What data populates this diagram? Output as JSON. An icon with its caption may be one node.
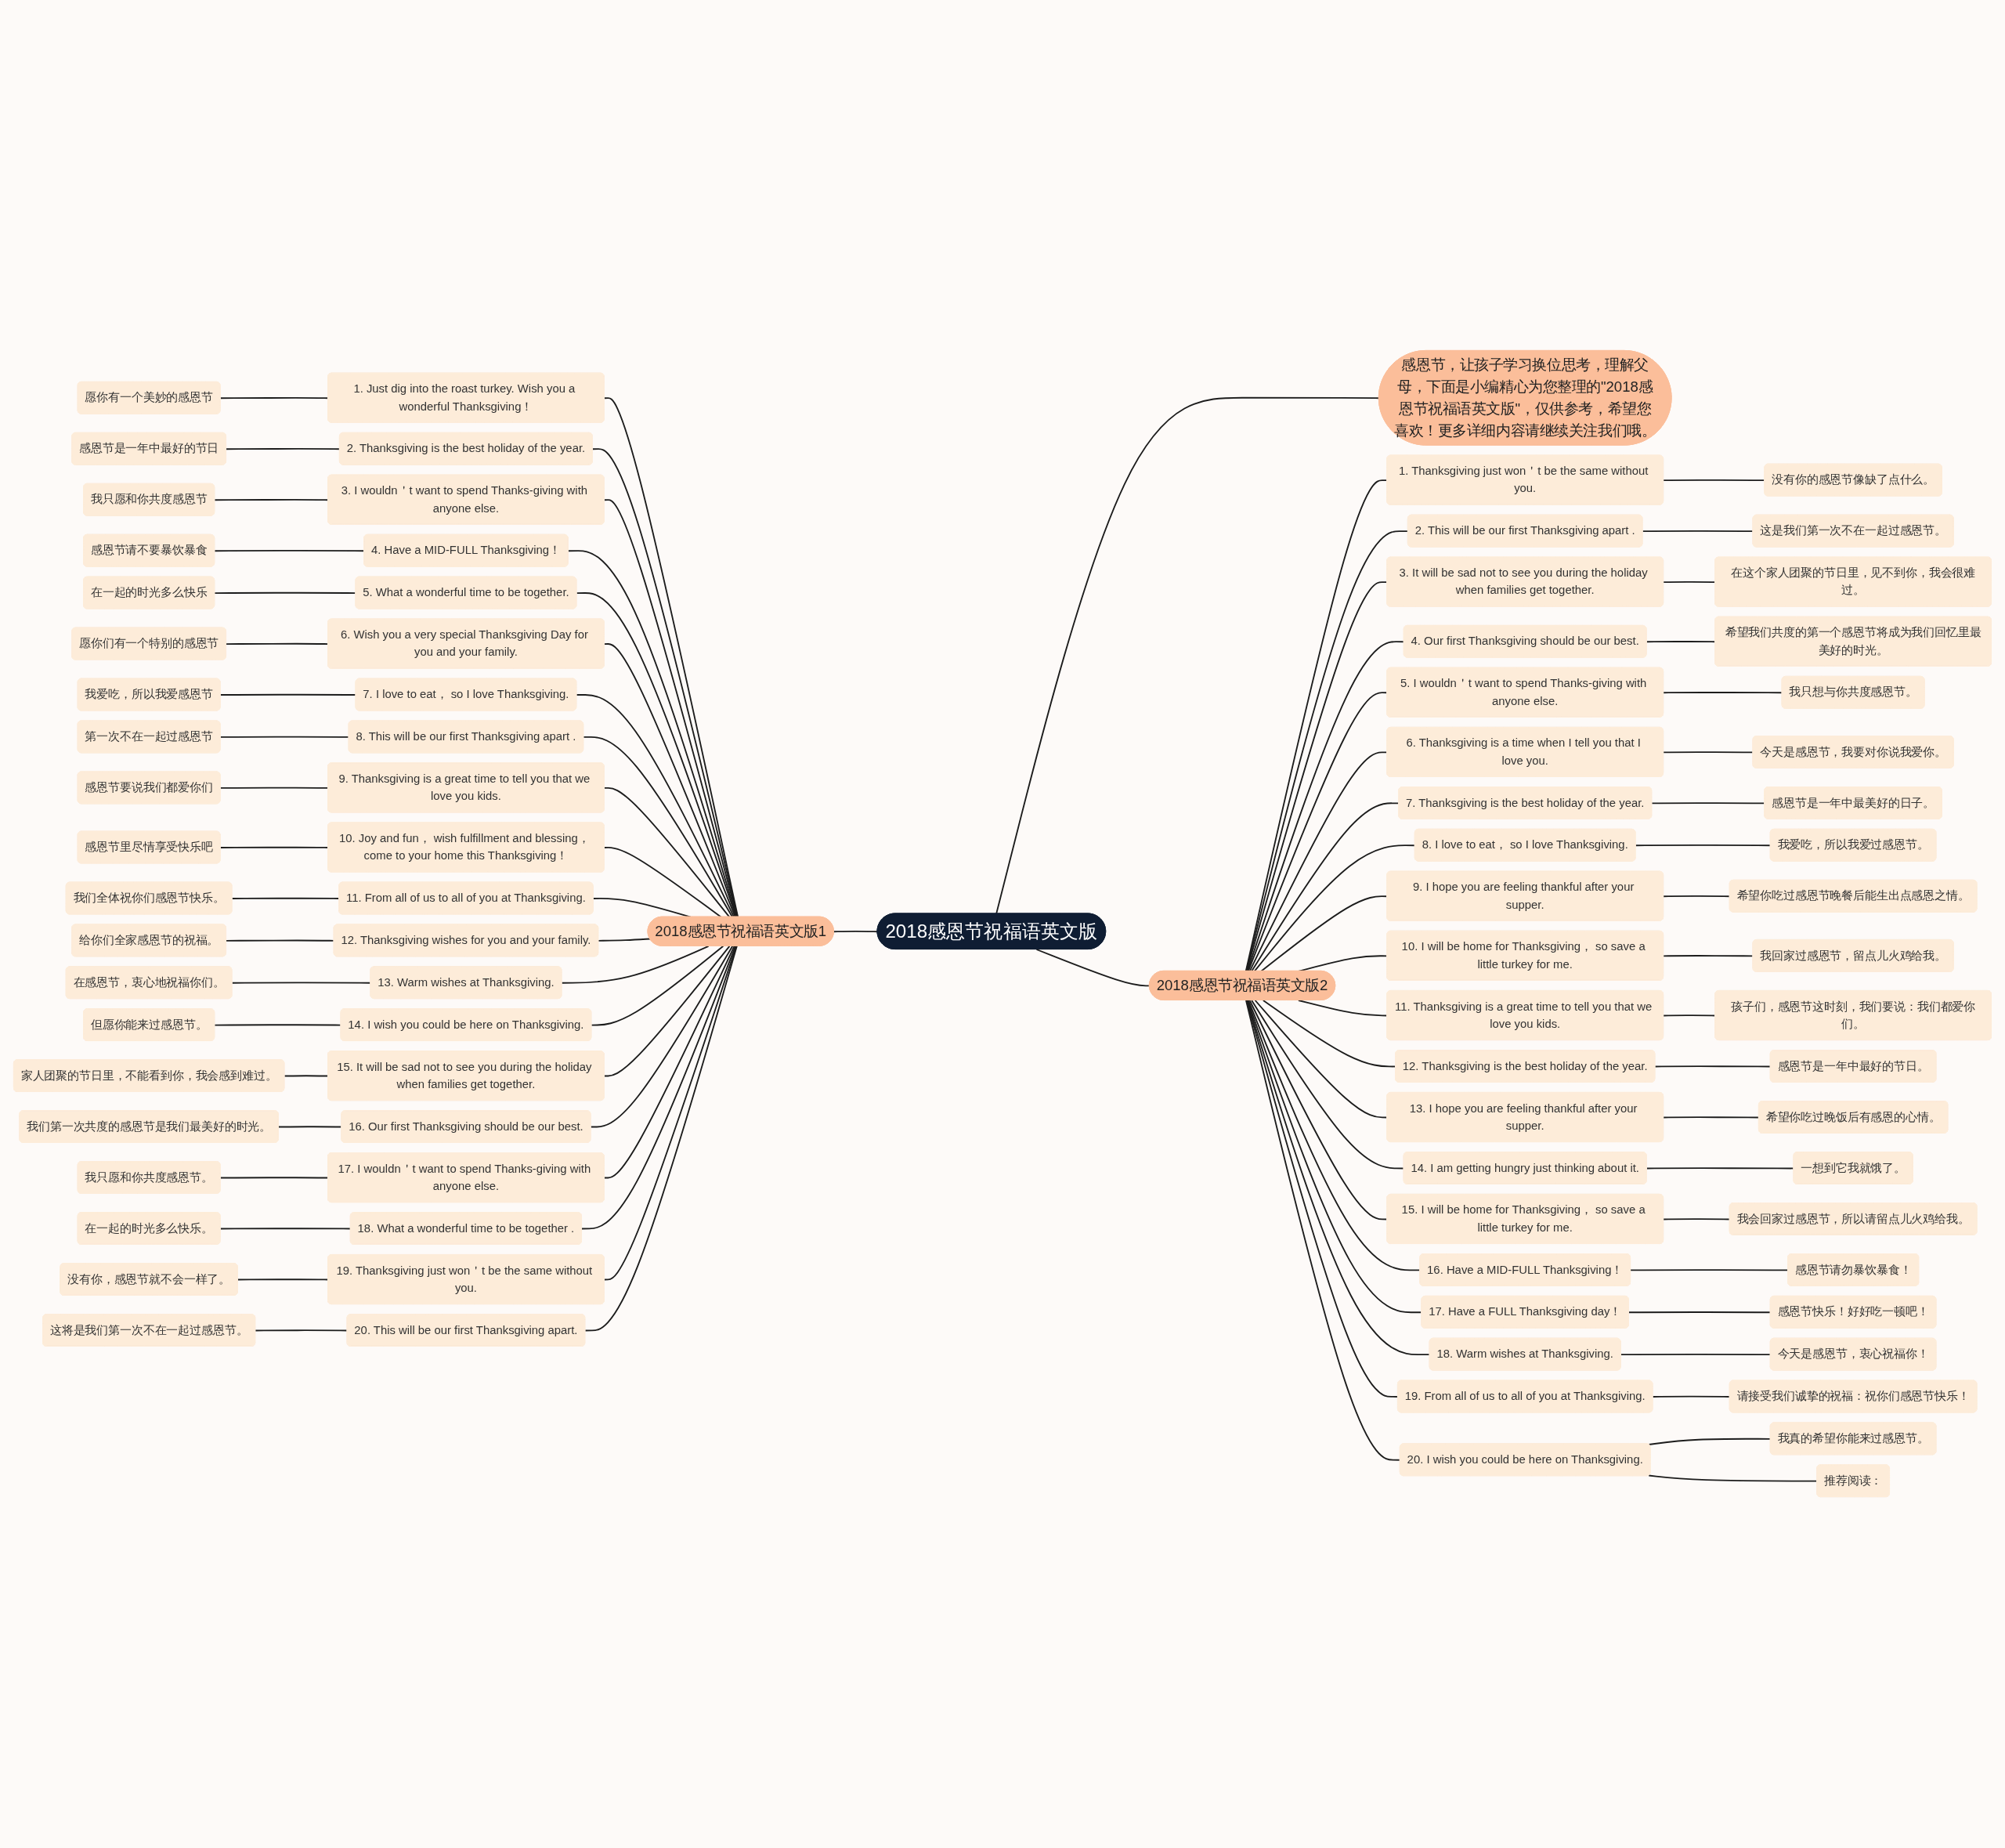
{
  "diagram": {
    "nodes": [
      {
        "text": [
          "2018感恩节祝福语英文版"
        ]
      },
      {
        "text": [
          "感恩节，让孩子学习换位思考，理解父母，下面是小编精心为您整理的\"2018感恩节祝福语英文版\"，仅供参考，希望您喜欢！更多详细内容请继续关注我们哦。"
        ]
      },
      {
        "text": [
          "2018感恩节祝福语英文版1"
        ]
      },
      {
        "text": [
          "1. Just dig into the roast turkey. Wish you a wonderful Thanksgiving！"
        ]
      },
      {
        "text": [
          "愿你有一个美妙的感恩节"
        ]
      },
      {
        "text": [
          "2. Thanksgiving is the best holiday of the year."
        ]
      },
      {
        "text": [
          "感恩节是一年中最好的节日"
        ]
      },
      {
        "text": [
          "3. I wouldn＇t want to spend Thanks-giving with anyone else."
        ]
      },
      {
        "text": [
          "我只愿和你共度感恩节"
        ]
      },
      {
        "text": [
          "4. Have a MID-FULL Thanksgiving！"
        ]
      },
      {
        "text": [
          "感恩节请不要暴饮暴食"
        ]
      },
      {
        "text": [
          "5. What a wonderful time to be together."
        ]
      },
      {
        "text": [
          "在一起的时光多么快乐"
        ]
      },
      {
        "text": [
          "6. Wish you a very special Thanksgiving Day for you and your family."
        ]
      },
      {
        "text": [
          "愿你们有一个特别的感恩节"
        ]
      },
      {
        "text": [
          "7. I love to eat， so I love Thanksgiving."
        ]
      },
      {
        "text": [
          "我爱吃，所以我爱感恩节"
        ]
      },
      {
        "text": [
          "8. This will be our first Thanksgiving apart ."
        ]
      },
      {
        "text": [
          "第一次不在一起过感恩节"
        ]
      },
      {
        "text": [
          "9. Thanksgiving is a great time to tell you that we love you kids."
        ]
      },
      {
        "text": [
          "感恩节要说我们都爱你们"
        ]
      },
      {
        "text": [
          "10. Joy and fun， wish fulfillment and blessing， come to your home this Thanksgiving！"
        ]
      },
      {
        "text": [
          "感恩节里尽情享受快乐吧"
        ]
      },
      {
        "text": [
          "11. From all of us to all of you at Thanksgiving."
        ]
      },
      {
        "text": [
          "我们全体祝你们感恩节快乐。"
        ]
      },
      {
        "text": [
          "12. Thanksgiving wishes for you and your family."
        ]
      },
      {
        "text": [
          "给你们全家感恩节的祝福。"
        ]
      },
      {
        "text": [
          "13. Warm wishes at Thanksgiving."
        ]
      },
      {
        "text": [
          "在感恩节，衷心地祝福你们。"
        ]
      },
      {
        "text": [
          "14. I wish you could be here on Thanksgiving."
        ]
      },
      {
        "text": [
          "但愿你能来过感恩节。"
        ]
      },
      {
        "text": [
          "15. It will be sad not to see you during the holiday when families get together."
        ]
      },
      {
        "text": [
          "家人团聚的节日里，不能看到你，我会感到难过。"
        ]
      },
      {
        "text": [
          "16. Our first Thanksgiving should be our best."
        ]
      },
      {
        "text": [
          "我们第一次共度的感恩节是我们最美好的时光。"
        ]
      },
      {
        "text": [
          "17. I wouldn＇t want to spend Thanks-giving with anyone else."
        ]
      },
      {
        "text": [
          "我只愿和你共度感恩节。"
        ]
      },
      {
        "text": [
          "18. What a wonderful time to be together ."
        ]
      },
      {
        "text": [
          "在一起的时光多么快乐。"
        ]
      },
      {
        "text": [
          "19. Thanksgiving just won＇t be the same without you."
        ]
      },
      {
        "text": [
          "没有你，感恩节就不会一样了。"
        ]
      },
      {
        "text": [
          "20. This will be our first Thanksgiving apart."
        ]
      },
      {
        "text": [
          "这将是我们第一次不在一起过感恩节。"
        ]
      },
      {
        "text": [
          "2018感恩节祝福语英文版2"
        ]
      },
      {
        "text": [
          "1. Thanksgiving just won＇t be the same without you."
        ]
      },
      {
        "text": [
          "没有你的感恩节像缺了点什么。"
        ]
      },
      {
        "text": [
          "2. This will be our first Thanksgiving apart ."
        ]
      },
      {
        "text": [
          "这是我们第一次不在一起过感恩节。"
        ]
      },
      {
        "text": [
          "3. It will be sad not to see you during the holiday when families get together."
        ]
      },
      {
        "text": [
          "在这个家人团聚的节日里，见不到你，我会很难过。"
        ]
      },
      {
        "text": [
          "4. Our first Thanksgiving should be our best."
        ]
      },
      {
        "text": [
          "希望我们共度的第一个感恩节将成为我们回忆里最美好的时光。"
        ]
      },
      {
        "text": [
          "5. I wouldn＇t want to spend Thanks-giving with anyone else."
        ]
      },
      {
        "text": [
          "我只想与你共度感恩节。"
        ]
      },
      {
        "text": [
          "6. Thanksgiving is a time when I tell you that I love you."
        ]
      },
      {
        "text": [
          "今天是感恩节，我要对你说我爱你。"
        ]
      },
      {
        "text": [
          "7. Thanksgiving is the best holiday of the year."
        ]
      },
      {
        "text": [
          "感恩节是一年中最美好的日子。"
        ]
      },
      {
        "text": [
          "8. I love to eat， so I love Thanksgiving."
        ]
      },
      {
        "text": [
          "我爱吃，所以我爱过感恩节。"
        ]
      },
      {
        "text": [
          "9. I hope you are feeling thankful after your supper."
        ]
      },
      {
        "text": [
          "希望你吃过感恩节晚餐后能生出点感恩之情。"
        ]
      },
      {
        "text": [
          "10. I will be home for Thanksgiving， so save a little turkey for me."
        ]
      },
      {
        "text": [
          "我回家过感恩节，留点儿火鸡给我。"
        ]
      },
      {
        "text": [
          "11. Thanksgiving is a great time to tell you that we love you kids."
        ]
      },
      {
        "text": [
          "孩子们，感恩节这时刻，我们要说：我们都爱你们。"
        ]
      },
      {
        "text": [
          "12. Thanksgiving is the best holiday of the year."
        ]
      },
      {
        "text": [
          "感恩节是一年中最好的节日。"
        ]
      },
      {
        "text": [
          "13. I hope you are feeling thankful after your supper."
        ]
      },
      {
        "text": [
          "希望你吃过晚饭后有感恩的心情。"
        ]
      },
      {
        "text": [
          "14. I am getting hungry just thinking about it."
        ]
      },
      {
        "text": [
          "一想到它我就饿了。"
        ]
      },
      {
        "text": [
          "15. I will be home for Thanksgiving， so save a little turkey for me."
        ]
      },
      {
        "text": [
          "我会回家过感恩节，所以请留点儿火鸡给我。"
        ]
      },
      {
        "text": [
          "16. Have a MID-FULL Thanksgiving！"
        ]
      },
      {
        "text": [
          "感恩节请勿暴饮暴食！"
        ]
      },
      {
        "text": [
          "17. Have a FULL Thanksgiving day！"
        ]
      },
      {
        "text": [
          "感恩节快乐！好好吃一顿吧！"
        ]
      },
      {
        "text": [
          "18. Warm wishes at Thanksgiving."
        ]
      },
      {
        "text": [
          "今天是感恩节，衷心祝福你！"
        ]
      },
      {
        "text": [
          "19. From all of us to all of you at Thanksgiving."
        ]
      },
      {
        "text": [
          "请接受我们诚挚的祝福：祝你们感恩节快乐！"
        ]
      },
      {
        "text": [
          "20. I wish you could be here on Thanksgiving."
        ]
      },
      {
        "text": [
          "我真的希望你能来过感恩节。"
        ]
      },
      {
        "text": [
          "推荐阅读："
        ]
      }
    ],
    "edges": [
      {
        "from": 0,
        "to": 1,
        "arrow": "none"
      },
      {
        "from": 0,
        "to": 2,
        "arrow": "none"
      },
      {
        "from": 0,
        "to": 43,
        "arrow": "none"
      },
      {
        "from": 2,
        "to": 3,
        "arrow": "none"
      },
      {
        "from": 3,
        "to": 4,
        "arrow": "none"
      },
      {
        "from": 2,
        "to": 5,
        "arrow": "none"
      },
      {
        "from": 5,
        "to": 6,
        "arrow": "none"
      },
      {
        "from": 2,
        "to": 7,
        "arrow": "none"
      },
      {
        "from": 7,
        "to": 8,
        "arrow": "none"
      },
      {
        "from": 2,
        "to": 9,
        "arrow": "none"
      },
      {
        "from": 9,
        "to": 10,
        "arrow": "none"
      },
      {
        "from": 2,
        "to": 11,
        "arrow": "none"
      },
      {
        "from": 11,
        "to": 12,
        "arrow": "none"
      },
      {
        "from": 2,
        "to": 13,
        "arrow": "none"
      },
      {
        "from": 13,
        "to": 14,
        "arrow": "none"
      },
      {
        "from": 2,
        "to": 15,
        "arrow": "none"
      },
      {
        "from": 15,
        "to": 16,
        "arrow": "none"
      },
      {
        "from": 2,
        "to": 17,
        "arrow": "none"
      },
      {
        "from": 17,
        "to": 18,
        "arrow": "none"
      },
      {
        "from": 2,
        "to": 19,
        "arrow": "none"
      },
      {
        "from": 19,
        "to": 20,
        "arrow": "none"
      },
      {
        "from": 2,
        "to": 21,
        "arrow": "none"
      },
      {
        "from": 21,
        "to": 22,
        "arrow": "none"
      },
      {
        "from": 2,
        "to": 23,
        "arrow": "none"
      },
      {
        "from": 23,
        "to": 24,
        "arrow": "none"
      },
      {
        "from": 2,
        "to": 25,
        "arrow": "none"
      },
      {
        "from": 25,
        "to": 26,
        "arrow": "none"
      },
      {
        "from": 2,
        "to": 27,
        "arrow": "none"
      },
      {
        "from": 27,
        "to": 28,
        "arrow": "none"
      },
      {
        "from": 2,
        "to": 29,
        "arrow": "none"
      },
      {
        "from": 29,
        "to": 30,
        "arrow": "none"
      },
      {
        "from": 2,
        "to": 31,
        "arrow": "none"
      },
      {
        "from": 31,
        "to": 32,
        "arrow": "none"
      },
      {
        "from": 2,
        "to": 33,
        "arrow": "none"
      },
      {
        "from": 33,
        "to": 34,
        "arrow": "none"
      },
      {
        "from": 2,
        "to": 35,
        "arrow": "none"
      },
      {
        "from": 35,
        "to": 36,
        "arrow": "none"
      },
      {
        "from": 2,
        "to": 37,
        "arrow": "none"
      },
      {
        "from": 37,
        "to": 38,
        "arrow": "none"
      },
      {
        "from": 2,
        "to": 39,
        "arrow": "none"
      },
      {
        "from": 39,
        "to": 40,
        "arrow": "none"
      },
      {
        "from": 2,
        "to": 41,
        "arrow": "none"
      },
      {
        "from": 41,
        "to": 42,
        "arrow": "none"
      },
      {
        "from": 43,
        "to": 44,
        "arrow": "none"
      },
      {
        "from": 44,
        "to": 45,
        "arrow": "none"
      },
      {
        "from": 43,
        "to": 46,
        "arrow": "none"
      },
      {
        "from": 46,
        "to": 47,
        "arrow": "none"
      },
      {
        "from": 43,
        "to": 48,
        "arrow": "none"
      },
      {
        "from": 48,
        "to": 49,
        "arrow": "none"
      },
      {
        "from": 43,
        "to": 50,
        "arrow": "none"
      },
      {
        "from": 50,
        "to": 51,
        "arrow": "none"
      },
      {
        "from": 43,
        "to": 52,
        "arrow": "none"
      },
      {
        "from": 52,
        "to": 53,
        "arrow": "none"
      },
      {
        "from": 43,
        "to": 54,
        "arrow": "none"
      },
      {
        "from": 54,
        "to": 55,
        "arrow": "none"
      },
      {
        "from": 43,
        "to": 56,
        "arrow": "none"
      },
      {
        "from": 56,
        "to": 57,
        "arrow": "none"
      },
      {
        "from": 43,
        "to": 58,
        "arrow": "none"
      },
      {
        "from": 58,
        "to": 59,
        "arrow": "none"
      },
      {
        "from": 43,
        "to": 60,
        "arrow": "none"
      },
      {
        "from": 60,
        "to": 61,
        "arrow": "none"
      },
      {
        "from": 43,
        "to": 62,
        "arrow": "none"
      },
      {
        "from": 62,
        "to": 63,
        "arrow": "none"
      },
      {
        "from": 43,
        "to": 64,
        "arrow": "none"
      },
      {
        "from": 64,
        "to": 65,
        "arrow": "none"
      },
      {
        "from": 43,
        "to": 66,
        "arrow": "none"
      },
      {
        "from": 66,
        "to": 67,
        "arrow": "none"
      },
      {
        "from": 43,
        "to": 68,
        "arrow": "none"
      },
      {
        "from": 68,
        "to": 69,
        "arrow": "none"
      },
      {
        "from": 43,
        "to": 70,
        "arrow": "none"
      },
      {
        "from": 70,
        "to": 71,
        "arrow": "none"
      },
      {
        "from": 43,
        "to": 72,
        "arrow": "none"
      },
      {
        "from": 72,
        "to": 73,
        "arrow": "none"
      },
      {
        "from": 43,
        "to": 74,
        "arrow": "none"
      },
      {
        "from": 74,
        "to": 75,
        "arrow": "none"
      },
      {
        "from": 43,
        "to": 76,
        "arrow": "none"
      },
      {
        "from": 76,
        "to": 77,
        "arrow": "none"
      },
      {
        "from": 43,
        "to": 78,
        "arrow": "none"
      },
      {
        "from": 78,
        "to": 79,
        "arrow": "none"
      },
      {
        "from": 43,
        "to": 80,
        "arrow": "none"
      },
      {
        "from": 80,
        "to": 81,
        "arrow": "none"
      },
      {
        "from": 43,
        "to": 82,
        "arrow": "none"
      },
      {
        "from": 82,
        "to": 83,
        "arrow": "none"
      },
      {
        "from": 82,
        "to": 84,
        "arrow": "none"
      }
    ]
  }
}
